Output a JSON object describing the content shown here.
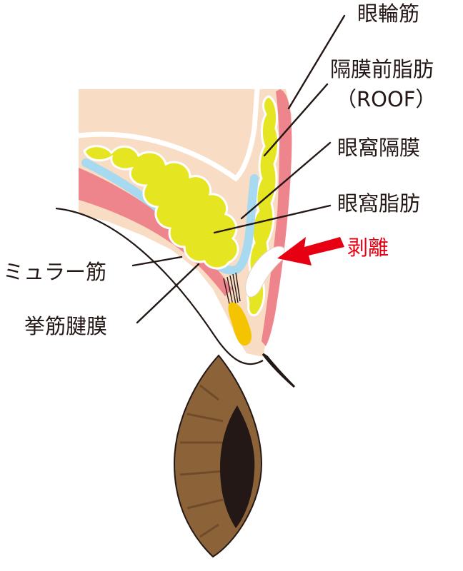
{
  "labels": {
    "orbicularis": "眼輪筋",
    "roof_line1": "隔膜前脂肪",
    "roof_line2": "（ROOF）",
    "septum": "眼窩隔膜",
    "orbital_fat": "眼窩脂肪",
    "peel": "剥離",
    "muller": "ミュラー筋",
    "levator": "挙筋腱膜"
  },
  "colors": {
    "skin": "#f9dcc4",
    "muscle": "#ef858c",
    "fat": "#e6e522",
    "septum": "#a7d9f0",
    "levator_tendon": "#f4c400",
    "iris": "#8c6239",
    "pupil": "#231815",
    "label_text": "#231815",
    "accent_red": "#e60012"
  }
}
